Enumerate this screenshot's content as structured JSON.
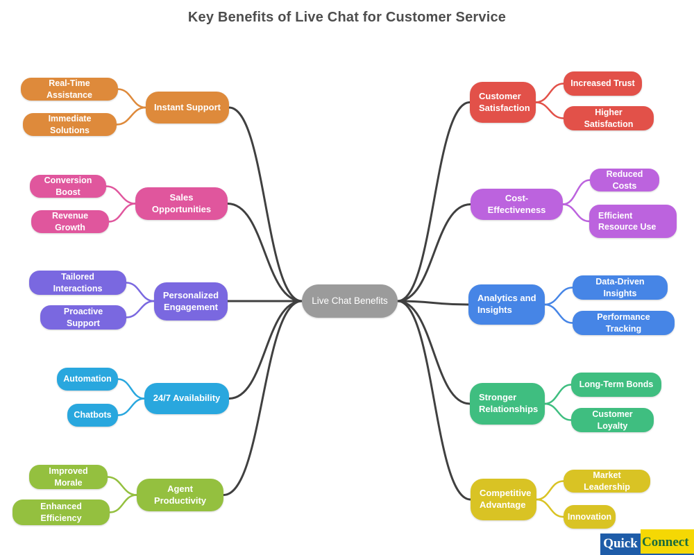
{
  "title": "Key Benefits of Live Chat for Customer Service",
  "center": {
    "label": "Live Chat Benefits",
    "color": "#9b9b9b"
  },
  "branches": {
    "left": [
      {
        "label": "Instant Support",
        "color": "#de8a3b",
        "children": [
          "Real-Time Assistance",
          "Immediate Solutions"
        ]
      },
      {
        "label": "Sales Opportunities",
        "color": "#e0569d",
        "children": [
          "Conversion Boost",
          "Revenue Growth"
        ]
      },
      {
        "label": "Personalized Engagement",
        "color": "#7a68e0",
        "children": [
          "Tailored Interactions",
          "Proactive Support"
        ]
      },
      {
        "label": "24/7 Availability",
        "color": "#29a7de",
        "children": [
          "Automation",
          "Chatbots"
        ]
      },
      {
        "label": "Agent Productivity",
        "color": "#94c03f",
        "children": [
          "Improved Morale",
          "Enhanced Efficiency"
        ]
      }
    ],
    "right": [
      {
        "label": "Customer Satisfaction",
        "color": "#e25149",
        "children": [
          "Increased Trust",
          "Higher Satisfaction"
        ]
      },
      {
        "label": "Cost-Effectiveness",
        "color": "#bc63de",
        "children": [
          "Reduced Costs",
          "Efficient Resource Use"
        ]
      },
      {
        "label": "Analytics and Insights",
        "color": "#4685e6",
        "children": [
          "Data-Driven Insights",
          "Performance Tracking"
        ]
      },
      {
        "label": "Stronger Relationships",
        "color": "#3fbe80",
        "children": [
          "Long-Term Bonds",
          "Customer Loyalty"
        ]
      },
      {
        "label": "Competitive Advantage",
        "color": "#d9c324",
        "children": [
          "Market Leadership",
          "Innovation"
        ]
      }
    ]
  },
  "edge_color": "#404040",
  "logo": {
    "quick": "Quick",
    "connect": "Connect",
    "blue": "#1e5ca8",
    "yellow": "#f5d804",
    "connect_text_color": "#1a6b3c"
  }
}
